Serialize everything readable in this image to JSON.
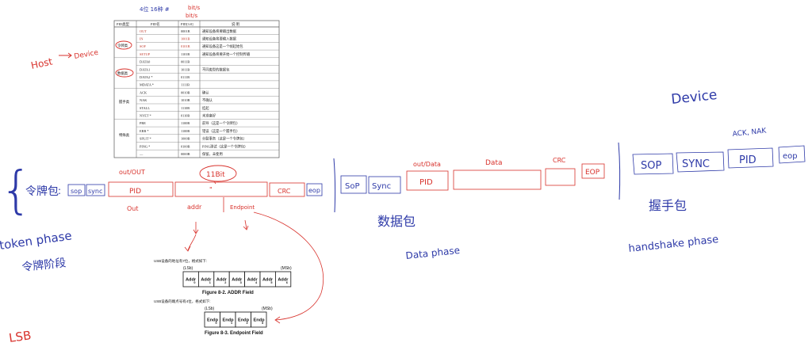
{
  "colors": {
    "pen_blue": "#2e3aa8",
    "pen_red": "#d8322c",
    "table_red": "#c0392b",
    "text": "#222222",
    "background": "#ffffff"
  },
  "top_notes": {
    "note1": "4位 16种 #",
    "note2": "bit/s",
    "note3": "bit/s"
  },
  "pid_table": {
    "headers": [
      "PID类型",
      "PID名",
      "PID[3:0]",
      "说 明"
    ],
    "rows": [
      {
        "name": "OUT",
        "code": "0001B",
        "desc": "通知设备将要输出数据"
      },
      {
        "name": "IN",
        "code": "1001B",
        "desc": "通知设备将要输入数据"
      },
      {
        "name": "SOF",
        "code": "0101B",
        "desc": "通知设备这是一个帧起始包"
      },
      {
        "name": "SETUP",
        "code": "1101B",
        "desc": "通知设备将要开始一个控制传输"
      },
      {
        "name": "DATA0",
        "code": "0011B",
        "desc": ""
      },
      {
        "name": "DATA1",
        "code": "1011B",
        "desc": "不同类型的数据包"
      },
      {
        "name": "DATA2 *",
        "code": "0111B",
        "desc": ""
      },
      {
        "name": "MDATA *",
        "code": "1111B",
        "desc": ""
      },
      {
        "name": "ACK",
        "code": "0010B",
        "desc": "确认"
      },
      {
        "name": "NAK",
        "code": "1010B",
        "desc": "不确认"
      },
      {
        "name": "STALL",
        "code": "1110B",
        "desc": "挂起"
      },
      {
        "name": "NYET *",
        "code": "0110B",
        "desc": "未准备好"
      },
      {
        "name": "PRE",
        "code": "1100B",
        "desc": "前导（这是一个令牌包）"
      },
      {
        "name": "ERR *",
        "code": "1100B",
        "desc": "错误（这是一个握手包）"
      },
      {
        "name": "SPLIT *",
        "code": "1000B",
        "desc": "分裂事务（这是一个令牌包）"
      },
      {
        "name": "PING *",
        "code": "0100B",
        "desc": "PING测试（这是一个令牌包）"
      },
      {
        "name": "—",
        "code": "0000B",
        "desc": "保留，未使用"
      }
    ],
    "groups": [
      "令牌类",
      "数据类",
      "握手类",
      "特殊类"
    ]
  },
  "host_device": {
    "host": "Host",
    "device": "Device"
  },
  "token_packet": {
    "brace": "{",
    "label": "令牌包",
    "fields": {
      "sop": "sop",
      "sync": "sync",
      "pid": "PID",
      "addr_ep": "\"",
      "crc": "CRC",
      "eop": "eop"
    },
    "pid_note": "out/OUT",
    "bit_note": "11Bit",
    "under_pid": "Out",
    "under_addr": "addr",
    "under_ep": "Endpoint"
  },
  "data_packet": {
    "label": "数据包",
    "fields": {
      "sop": "SoP",
      "sync": "Sync",
      "pid": "PID",
      "data": "Data",
      "crc": "CRC",
      "eop": "EOP"
    },
    "pid_note": "out/Data"
  },
  "handshake_packet": {
    "label": "握手包",
    "device": "Device",
    "ack_note": "ACK, NAK",
    "fields": {
      "sop": "SOP",
      "sync": "SYNC",
      "pid": "PID",
      "eop": "eop"
    }
  },
  "phases": {
    "token_en": "token phase",
    "token_cn": "令牌阶段",
    "data": "Data phase",
    "handshake": "handshake phase"
  },
  "lsb_note": "LSB",
  "addr_figure": {
    "intro": "USB设备的地址有7位，格式如下:",
    "lsb": "(LSb)",
    "msb": "(MSb)",
    "cells": [
      "Addr",
      "Addr",
      "Addr",
      "Addr",
      "Addr",
      "Addr",
      "Addr"
    ],
    "subs": [
      "0",
      "1",
      "2",
      "3",
      "4",
      "5",
      "6"
    ],
    "caption": "Figure 8-2.  ADDR Field"
  },
  "endp_figure": {
    "intro": "USB设备的端点号有4位，格式如下:",
    "lsb": "(LSb)",
    "msb": "(MSb)",
    "cells": [
      "Endp",
      "Endp",
      "Endp",
      "Endp"
    ],
    "subs": [
      "0",
      "1",
      "2",
      "3"
    ],
    "caption": "Figure 8-3.  Endpoint Field"
  }
}
